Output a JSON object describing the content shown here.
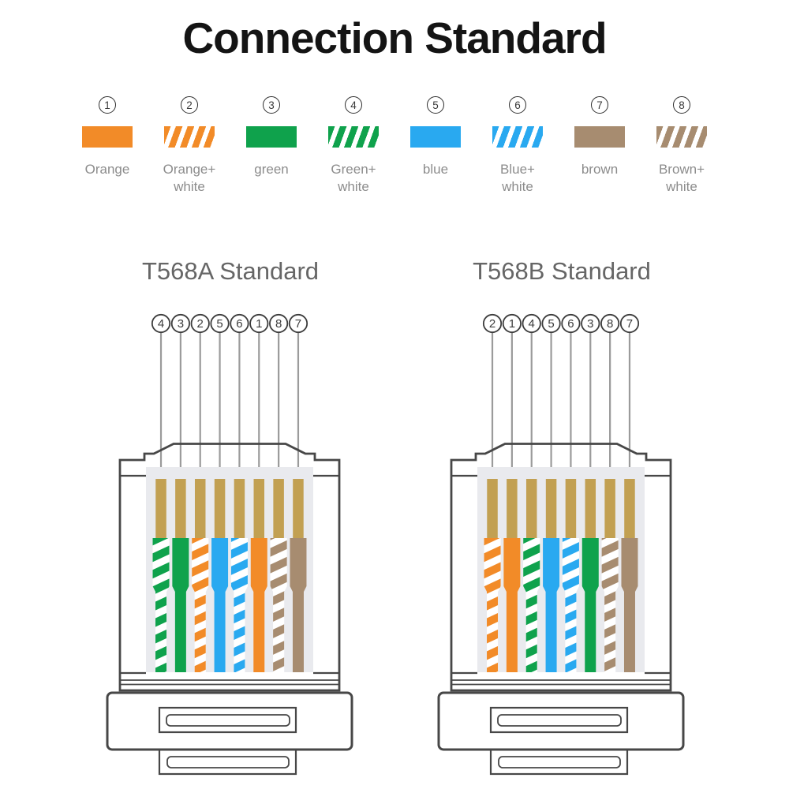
{
  "title": "Connection Standard",
  "legend": {
    "items": [
      {
        "number": "1",
        "label_lines": [
          "Orange"
        ],
        "pattern": "solid",
        "color": "#F28B28"
      },
      {
        "number": "2",
        "label_lines": [
          "Orange+",
          "white"
        ],
        "pattern": "striped",
        "color": "#F28B28"
      },
      {
        "number": "3",
        "label_lines": [
          "green"
        ],
        "pattern": "solid",
        "color": "#0FA24C"
      },
      {
        "number": "4",
        "label_lines": [
          "Green+",
          "white"
        ],
        "pattern": "striped",
        "color": "#0FA24C"
      },
      {
        "number": "5",
        "label_lines": [
          "blue"
        ],
        "pattern": "solid",
        "color": "#29A9F0"
      },
      {
        "number": "6",
        "label_lines": [
          "Blue+",
          "white"
        ],
        "pattern": "striped",
        "color": "#29A9F0"
      },
      {
        "number": "7",
        "label_lines": [
          "brown"
        ],
        "pattern": "solid",
        "color": "#A78C70"
      },
      {
        "number": "8",
        "label_lines": [
          "Brown+",
          "white"
        ],
        "pattern": "striped",
        "color": "#A78C70"
      }
    ]
  },
  "wires": {
    "1": {
      "name": "orange",
      "pattern": "solid",
      "color": "#F28B28"
    },
    "2": {
      "name": "orange-white",
      "pattern": "striped",
      "color": "#F28B28"
    },
    "3": {
      "name": "green",
      "pattern": "solid",
      "color": "#0FA24C"
    },
    "4": {
      "name": "green-white",
      "pattern": "striped",
      "color": "#0FA24C"
    },
    "5": {
      "name": "blue",
      "pattern": "solid",
      "color": "#29A9F0"
    },
    "6": {
      "name": "blue-white",
      "pattern": "striped",
      "color": "#29A9F0"
    },
    "7": {
      "name": "brown",
      "pattern": "solid",
      "color": "#A78C70"
    },
    "8": {
      "name": "brown-white",
      "pattern": "striped",
      "color": "#A78C70"
    }
  },
  "standards": [
    {
      "label": "T568A Standard",
      "order": [
        "4",
        "3",
        "2",
        "5",
        "6",
        "1",
        "8",
        "7"
      ]
    },
    {
      "label": "T568B Standard",
      "order": [
        "2",
        "1",
        "4",
        "5",
        "6",
        "3",
        "8",
        "7"
      ]
    }
  ],
  "diagram_colors": {
    "outline": "#474747",
    "panel": "#E9EAEE",
    "pin_gold": "#C2A052",
    "lead_gray": "#9B9B9B",
    "badge_ink": "#3C3C3C",
    "white": "#FFFFFF"
  }
}
